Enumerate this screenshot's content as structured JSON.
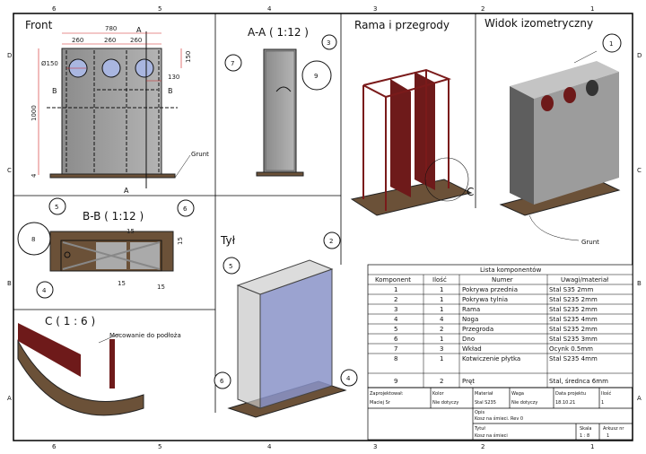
{
  "frame": {
    "cols": [
      "6",
      "5",
      "4",
      "3",
      "2",
      "1"
    ],
    "rows": [
      "D",
      "C",
      "B",
      "A"
    ]
  },
  "views": {
    "front": {
      "title": "Front",
      "dims": {
        "width": "780",
        "seg1": "260",
        "seg2": "260",
        "seg3": "260",
        "diameter": "Ø150",
        "height_hole": "150",
        "offset": "130",
        "height": "1000",
        "base": "4"
      },
      "section_a": "A",
      "section_b": "B",
      "ground": "Grunt"
    },
    "section_aa": {
      "title": "A-A ( 1:12 )",
      "callouts": [
        "3",
        "7",
        "9"
      ]
    },
    "frame_view": {
      "title": "Rama i przegrody",
      "detail": "C"
    },
    "iso": {
      "title": "Widok izometryczny",
      "callout": "1",
      "ground": "Grunt"
    },
    "section_bb": {
      "title": "B-B ( 1:12 )",
      "callouts": [
        "5",
        "6",
        "8",
        "4"
      ],
      "dims": [
        "15",
        "15",
        "15",
        "15"
      ]
    },
    "detail_c": {
      "title": "C ( 1 : 6 )",
      "note": "Mocowanie do podłoża"
    },
    "back": {
      "title": "Tył",
      "callouts": [
        "2",
        "5",
        "6",
        "4"
      ]
    }
  },
  "parts_list": {
    "title": "Lista komponentów",
    "headers": [
      "Komponent",
      "Ilość",
      "Numer",
      "Uwagi/materiał"
    ],
    "rows": [
      [
        "1",
        "1",
        "Pokrywa przednia",
        "Stal S35 2mm"
      ],
      [
        "2",
        "1",
        "Pokrywa tylnia",
        "Stal S235 2mm"
      ],
      [
        "3",
        "1",
        "Rama",
        "Stal S235 2mm"
      ],
      [
        "4",
        "4",
        "Noga",
        "Stal S235 4mm"
      ],
      [
        "5",
        "2",
        "Przegroda",
        "Stal S235 2mm"
      ],
      [
        "6",
        "1",
        "Dno",
        "Stal S235 3mm"
      ],
      [
        "7",
        "3",
        "Wkład",
        "Ocynk 0.5mm"
      ],
      [
        "8",
        "1",
        "Kotwiczenie płytka",
        "Stal S235 4mm"
      ],
      [
        "9",
        "2",
        "Pręt",
        "Stal, średnca 6mm"
      ]
    ]
  },
  "title_block": {
    "designer_label": "Zaprojektował:",
    "designer": "Maciej Sr",
    "color_label": "Kolor",
    "color": "Nie dotyczy",
    "material_label": "Materiał",
    "material": "Stal S235",
    "weight_label": "Waga",
    "weight": "Nie dotyczy",
    "date_label": "Data projektu",
    "date": "18.10.21",
    "qty_label": "Ilość",
    "qty": "1",
    "desc_label": "Opis",
    "desc": "Kosz na śmieci. Rev 0",
    "title_label": "Tytuł",
    "title": "Kosz na śmieci",
    "scale_label": "Skala",
    "scale": "1 : 8",
    "sheet_label": "Arkusz nr",
    "sheet": "1"
  },
  "colors": {
    "panel": "#9a9a9a",
    "dark_red": "#6e1a1a",
    "base": "#6b5138",
    "hole": "#a9b6e0",
    "dim": "#d02020",
    "back": "#8a93c8"
  }
}
